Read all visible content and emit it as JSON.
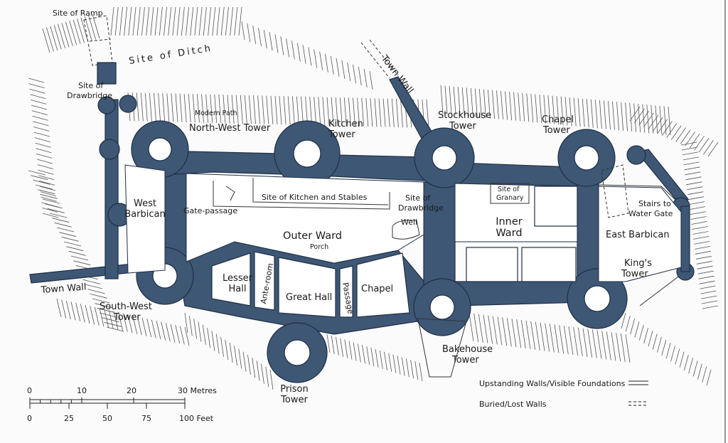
{
  "colors": {
    "wall": "#3e5775",
    "outline": "#1f2f44",
    "ground": "#fbfbfb",
    "hatch": "#555555"
  },
  "labels": {
    "site_of_ramp": "Site of Ramp",
    "site_of_ditch": "Site of Ditch",
    "town_wall_ne": "Town Wall",
    "site_of_drawbridge_w_1": "Site of",
    "site_of_drawbridge_w_2": "Drawbridge",
    "modern_path": "Modern Path",
    "north_west_tower": "North-West Tower",
    "kitchen_tower_1": "Kitchen",
    "kitchen_tower_2": "Tower",
    "stockhouse_tower_1": "Stockhouse",
    "stockhouse_tower_2": "Tower",
    "chapel_tower_1": "Chapel",
    "chapel_tower_2": "Tower",
    "west_barbican_1": "West",
    "west_barbican_2": "Barbican",
    "gate_passage": "Gate-passage",
    "site_kitchen_stables": "Site of Kitchen and Stables",
    "site_of_drawbridge_c_1": "Site of",
    "site_of_drawbridge_c_2": "Drawbridge",
    "site_of_granary_1": "Site of",
    "site_of_granary_2": "Granary",
    "stairs_water_gate_1": "Stairs to",
    "stairs_water_gate_2": "Water Gate",
    "well": "Well",
    "outer_ward": "Outer Ward",
    "inner_ward_1": "Inner",
    "inner_ward_2": "Ward",
    "east_barbican": "East Barbican",
    "porch": "Porch",
    "kings_tower_1": "King's",
    "kings_tower_2": "Tower",
    "town_wall_w": "Town Wall",
    "lesser_hall_1": "Lesser",
    "lesser_hall_2": "Hall",
    "ante_room": "Ante-room",
    "great_hall": "Great Hall",
    "passage": "Passage",
    "chapel": "Chapel",
    "south_west_tower_1": "South-West",
    "south_west_tower_2": "Tower",
    "bakehouse_tower_1": "Bakehouse",
    "bakehouse_tower_2": "Tower",
    "prison_tower_1": "Prison",
    "prison_tower_2": "Tower"
  },
  "legend": {
    "upstanding": "Upstanding Walls/Visible Foundations",
    "buried": "Buried/Lost Walls"
  },
  "scale": {
    "metres_ticks": [
      "0",
      "10",
      "20",
      "30 Metres"
    ],
    "feet_ticks": [
      "0",
      "25",
      "50",
      "75",
      "100 Feet"
    ]
  }
}
